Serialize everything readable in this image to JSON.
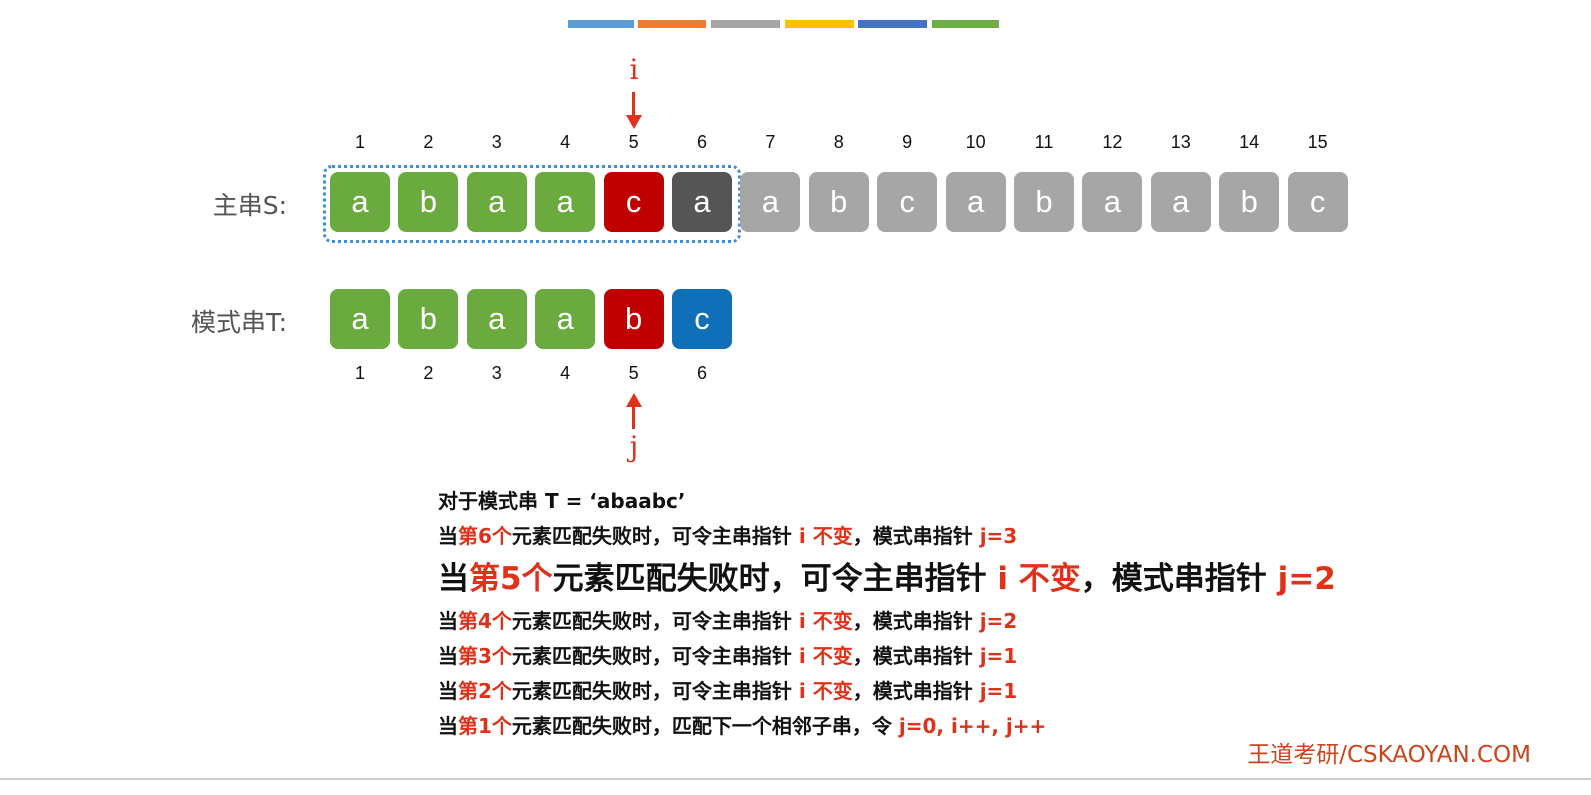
{
  "header": {
    "bar_colors": [
      "#5b9bd5",
      "#ed7d31",
      "#a5a5a5",
      "#ffc000",
      "#4472c4",
      "#70ad47"
    ]
  },
  "pointers": {
    "i": "i",
    "j": "j"
  },
  "main": {
    "label": "主串S:",
    "indices": [
      "1",
      "2",
      "3",
      "4",
      "5",
      "6",
      "7",
      "8",
      "9",
      "10",
      "11",
      "12",
      "13",
      "14",
      "15"
    ],
    "chars": [
      "a",
      "b",
      "a",
      "a",
      "c",
      "a",
      "a",
      "b",
      "c",
      "a",
      "b",
      "a",
      "a",
      "b",
      "c"
    ],
    "states": [
      "match",
      "match",
      "match",
      "match",
      "mismatch",
      "dark",
      "gray",
      "gray",
      "gray",
      "gray",
      "gray",
      "gray",
      "gray",
      "gray",
      "gray"
    ]
  },
  "pattern": {
    "label": "模式串T:",
    "indices": [
      "1",
      "2",
      "3",
      "4",
      "5",
      "6"
    ],
    "chars": [
      "a",
      "b",
      "a",
      "a",
      "b",
      "c"
    ],
    "states": [
      "match",
      "match",
      "match",
      "match",
      "mismatch",
      "blue"
    ]
  },
  "colors": {
    "match": "#6aaa3f",
    "mismatch": "#c00000",
    "dark": "#555555",
    "gray": "#a6a6a6",
    "blue": "#0f6fb8",
    "accent_red": "#e0321a"
  },
  "text": {
    "title": "对于模式串 T = ‘abaabc’",
    "lines": [
      {
        "pre": "当",
        "ordinal": "第6个",
        "mid": "元素匹配失败时，可令主串指针 ",
        "i": "i 不变",
        "sep": "，模式串指针 ",
        "j": "j=3"
      },
      {
        "pre": "当",
        "ordinal": "第5个",
        "mid": "元素匹配失败时，可令主串指针 ",
        "i": "i 不变",
        "sep": "，模式串指针 ",
        "j": "j=2"
      },
      {
        "pre": "当",
        "ordinal": "第4个",
        "mid": "元素匹配失败时，可令主串指针 ",
        "i": "i 不变",
        "sep": "，模式串指针 ",
        "j": "j=2"
      },
      {
        "pre": "当",
        "ordinal": "第3个",
        "mid": "元素匹配失败时，可令主串指针 ",
        "i": "i 不变",
        "sep": "，模式串指针 ",
        "j": "j=1"
      },
      {
        "pre": "当",
        "ordinal": "第2个",
        "mid": "元素匹配失败时，可令主串指针 ",
        "i": "i 不变",
        "sep": "，模式串指针 ",
        "j": "j=1"
      }
    ],
    "last": {
      "pre": "当",
      "ordinal": "第1个",
      "mid": "元素匹配失败时，匹配下一个相邻子串，令 ",
      "action": "j=0, i++, j++"
    }
  },
  "footer": {
    "brand": "王道考研/CSKAOYAN.COM"
  }
}
